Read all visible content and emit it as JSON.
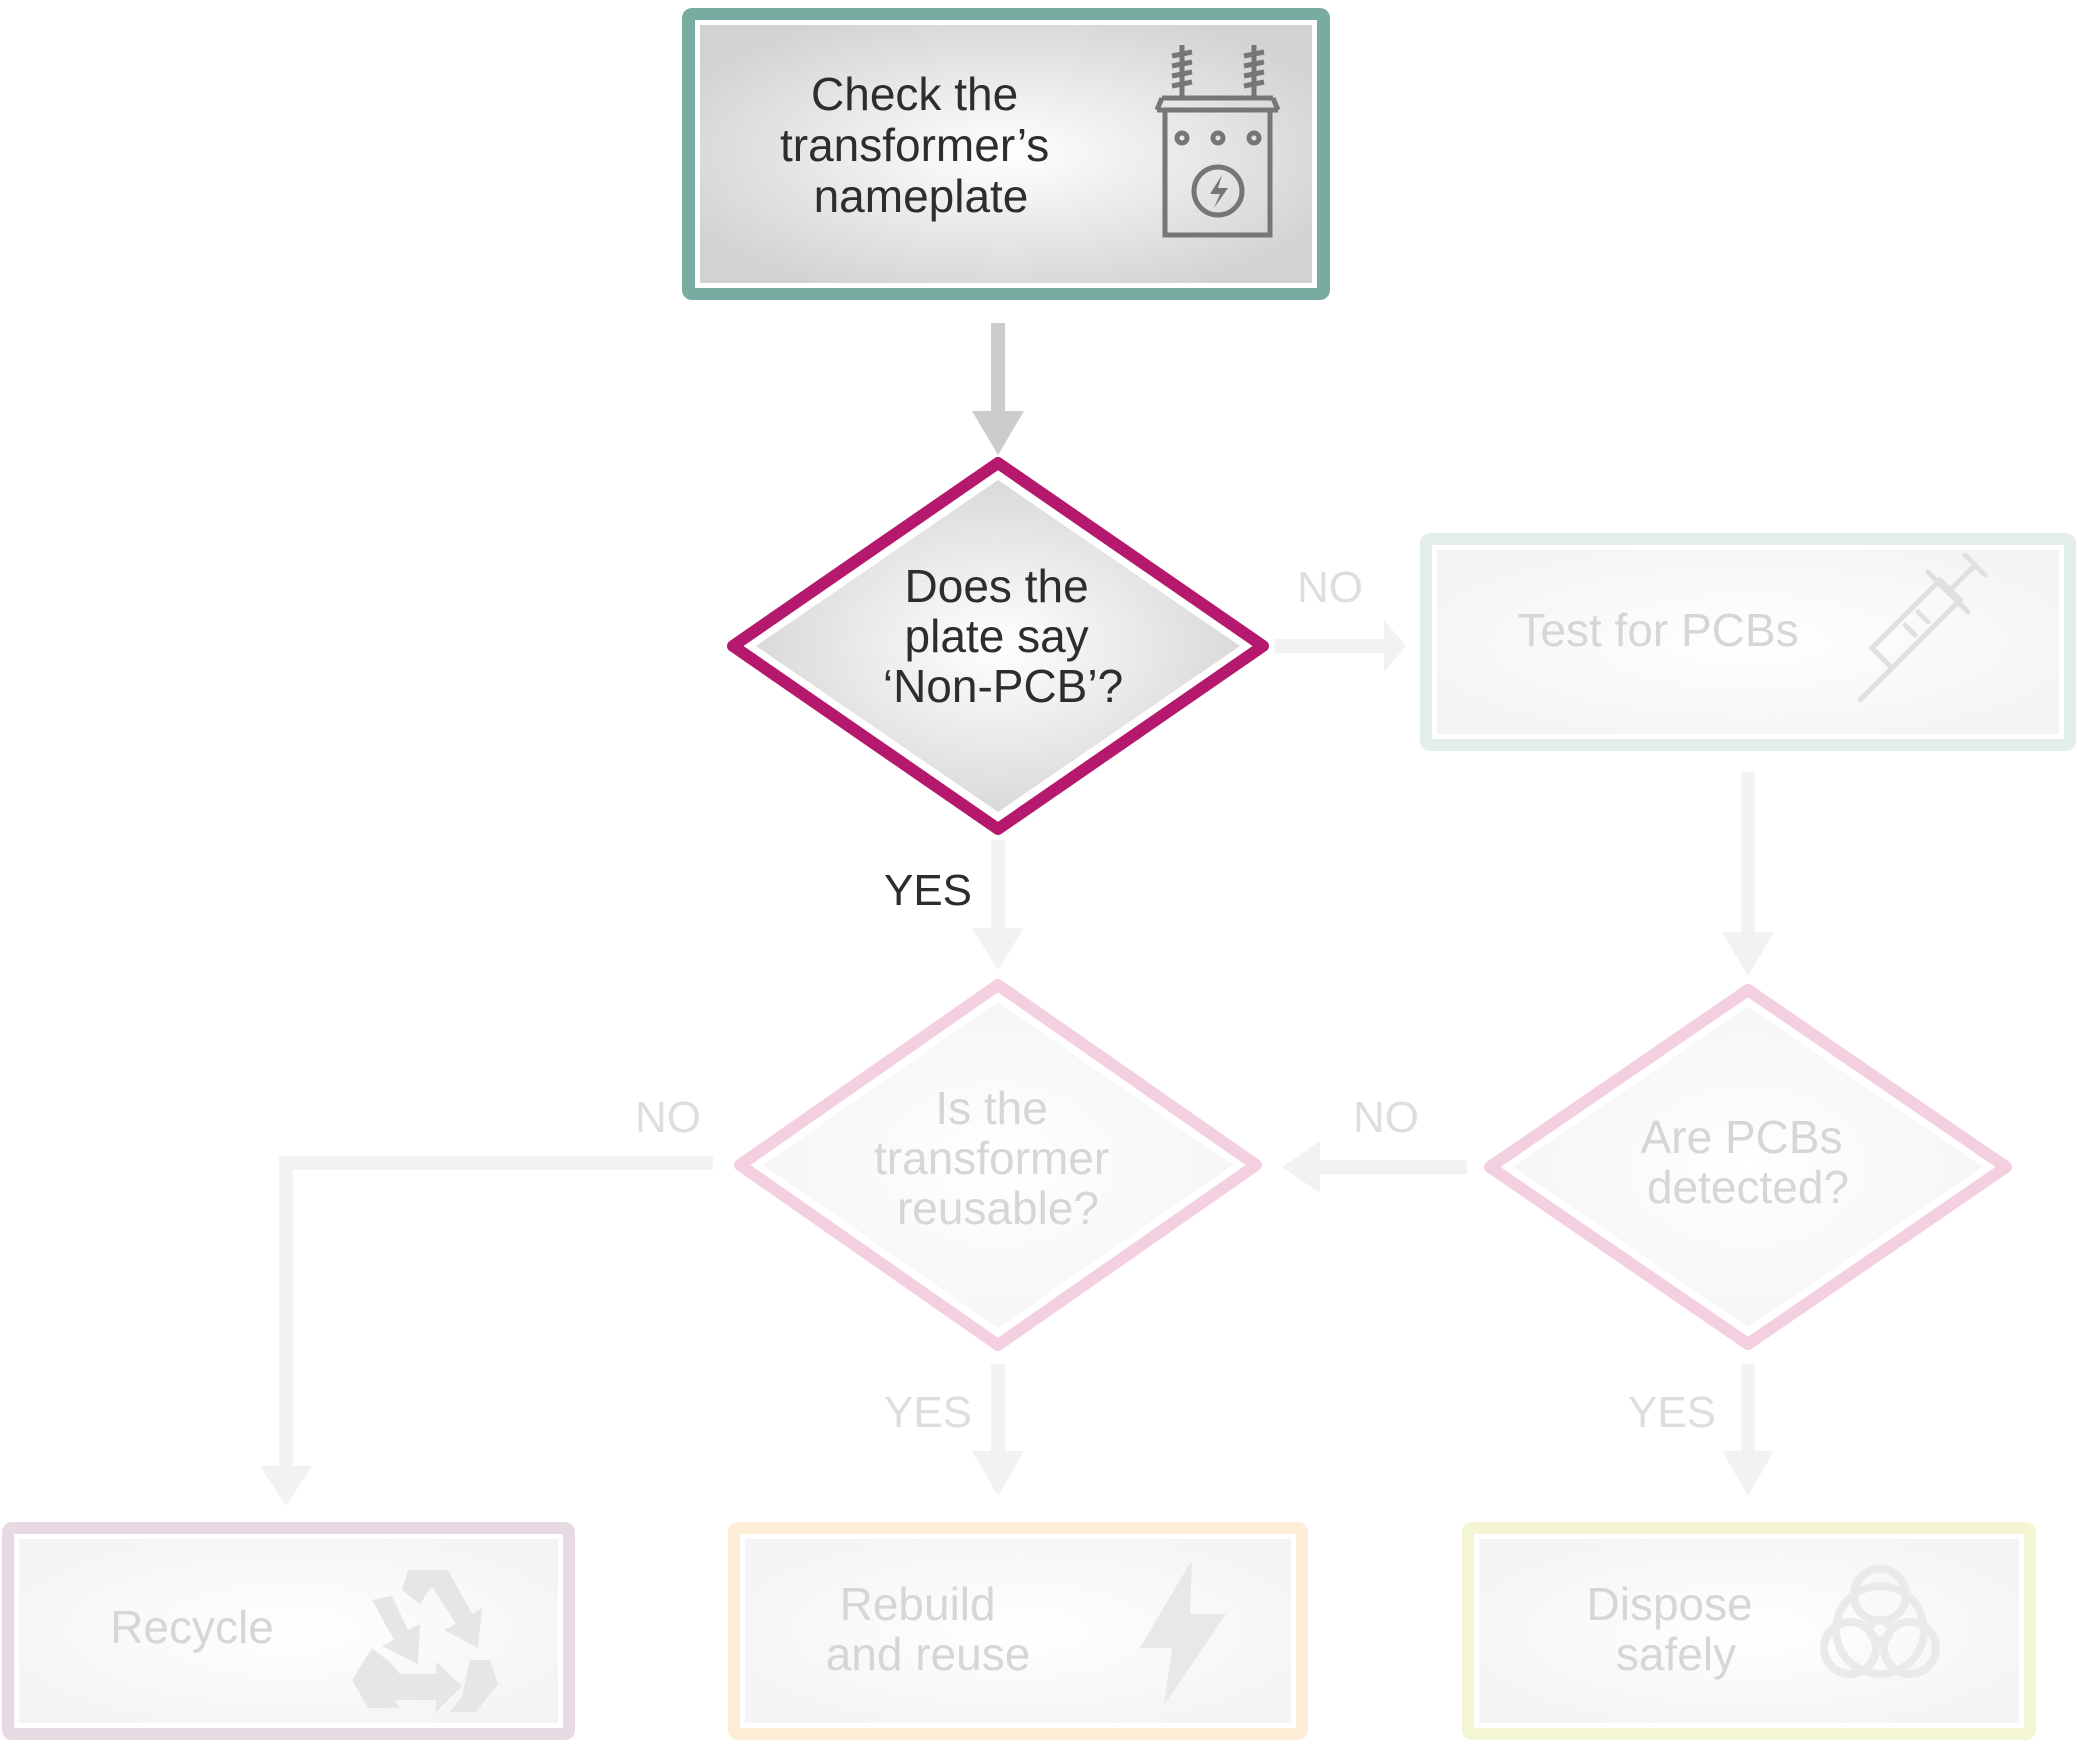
{
  "nodes": {
    "check_nameplate": {
      "lines": [
        "Check the",
        "transformer’s",
        "nameplate"
      ],
      "icon": "transformer-icon"
    },
    "non_pcb_question": {
      "lines": [
        "Does the",
        "plate say",
        "‘Non-PCB’?"
      ]
    },
    "test_pcbs": {
      "lines": [
        "Test for PCBs"
      ],
      "icon": "syringe-icon"
    },
    "reusable_question": {
      "lines": [
        "Is the",
        "transformer",
        "reusable?"
      ]
    },
    "pcbs_detected_question": {
      "lines": [
        "Are PCBs",
        "detected?"
      ]
    },
    "recycle": {
      "lines": [
        "Recycle"
      ],
      "icon": "recycle-icon"
    },
    "rebuild_reuse": {
      "lines": [
        "Rebuild",
        "and reuse"
      ],
      "icon": "lightning-icon"
    },
    "dispose_safely": {
      "lines": [
        "Dispose",
        "safely"
      ],
      "icon": "biohazard-icon"
    }
  },
  "edge_labels": {
    "non_pcb_no": "NO",
    "non_pcb_yes": "YES",
    "reusable_no": "NO",
    "reusable_yes": "YES",
    "detected_no": "NO",
    "detected_yes": "YES"
  },
  "colors": {
    "teal": "#78aca0",
    "magenta": "#b5196e",
    "pink": "#f3cfe0",
    "mauve": "#e6dbe3",
    "peach": "#fdecd6",
    "lemon": "#f4f5d2",
    "pale_teal": "#e4eeeb",
    "arrow_dark": "#cccccc",
    "arrow_light": "#f2f2f2",
    "text_dark": "#2d2d2d",
    "text_faded": "#d6d6d6"
  }
}
